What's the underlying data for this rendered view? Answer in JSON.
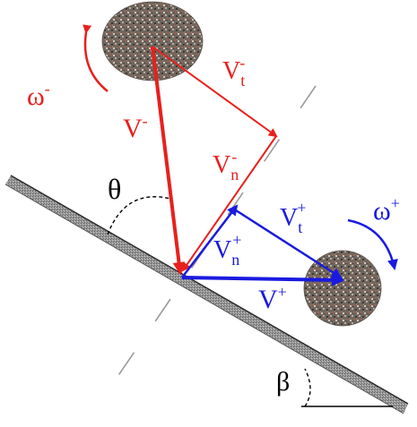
{
  "labels": {
    "omega_minus": "ω",
    "omega_minus_sup": "-",
    "v_minus": "V",
    "v_minus_sup": "-",
    "vt_minus": "V",
    "vt_minus_sub": "t",
    "vt_minus_sup": "-",
    "vn_minus": "V",
    "vn_minus_sub": "n",
    "vn_minus_sup": "-",
    "theta": "θ",
    "vt_plus": "V",
    "vt_plus_sub": "t",
    "vt_plus_sup": "+",
    "omega_plus": "ω",
    "omega_plus_sup": "+",
    "vn_plus": "V",
    "vn_plus_sub": "n",
    "vn_plus_sup": "+",
    "v_plus": "V",
    "v_plus_sup": "+",
    "beta": "β"
  },
  "colors": {
    "incoming": "#e8201d",
    "outgoing": "#1a1ae0",
    "surface": "#8a8a8a",
    "particle": "#7a7068"
  }
}
